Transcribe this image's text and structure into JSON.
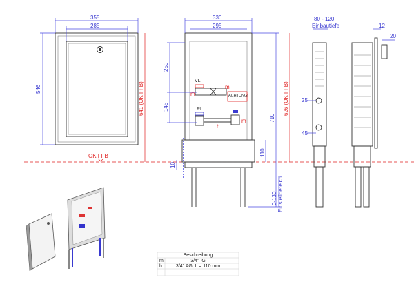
{
  "front_view": {
    "dim_outer_width": "355",
    "dim_inner_width": "285",
    "dim_height": "546",
    "dim_height_ffb": "641 (OK FFB)"
  },
  "floor_label": "OK FFB",
  "middle_view": {
    "dim_outer_width": "330",
    "dim_inner_width": "295",
    "dim_250": "250",
    "dim_145": "145",
    "dim_10": "10",
    "dim_710": "710",
    "dim_626": "626 (OK FFB)",
    "dim_110": "110",
    "dim_range": "0-130",
    "range_label": "Einstellbereich",
    "label_vl": "VL",
    "label_rl": "RL",
    "label_m": "m",
    "label_h": "h",
    "warning_label": "ACHTUNG!"
  },
  "side_view": {
    "dim_depth": "80 - 120",
    "depth_label": "Einbautiefe",
    "dim_12": "12",
    "dim_20": "20",
    "dim_25": "25",
    "dim_45": "45"
  },
  "table": {
    "header": "Beschreibung",
    "rows": [
      {
        "key": "m",
        "value": "3/4\" IG"
      },
      {
        "key": "h",
        "value": "3/4\" AG; L = 110 mm"
      }
    ]
  },
  "colors": {
    "dimension": "#3a3ad0",
    "floor": "#e02020"
  }
}
